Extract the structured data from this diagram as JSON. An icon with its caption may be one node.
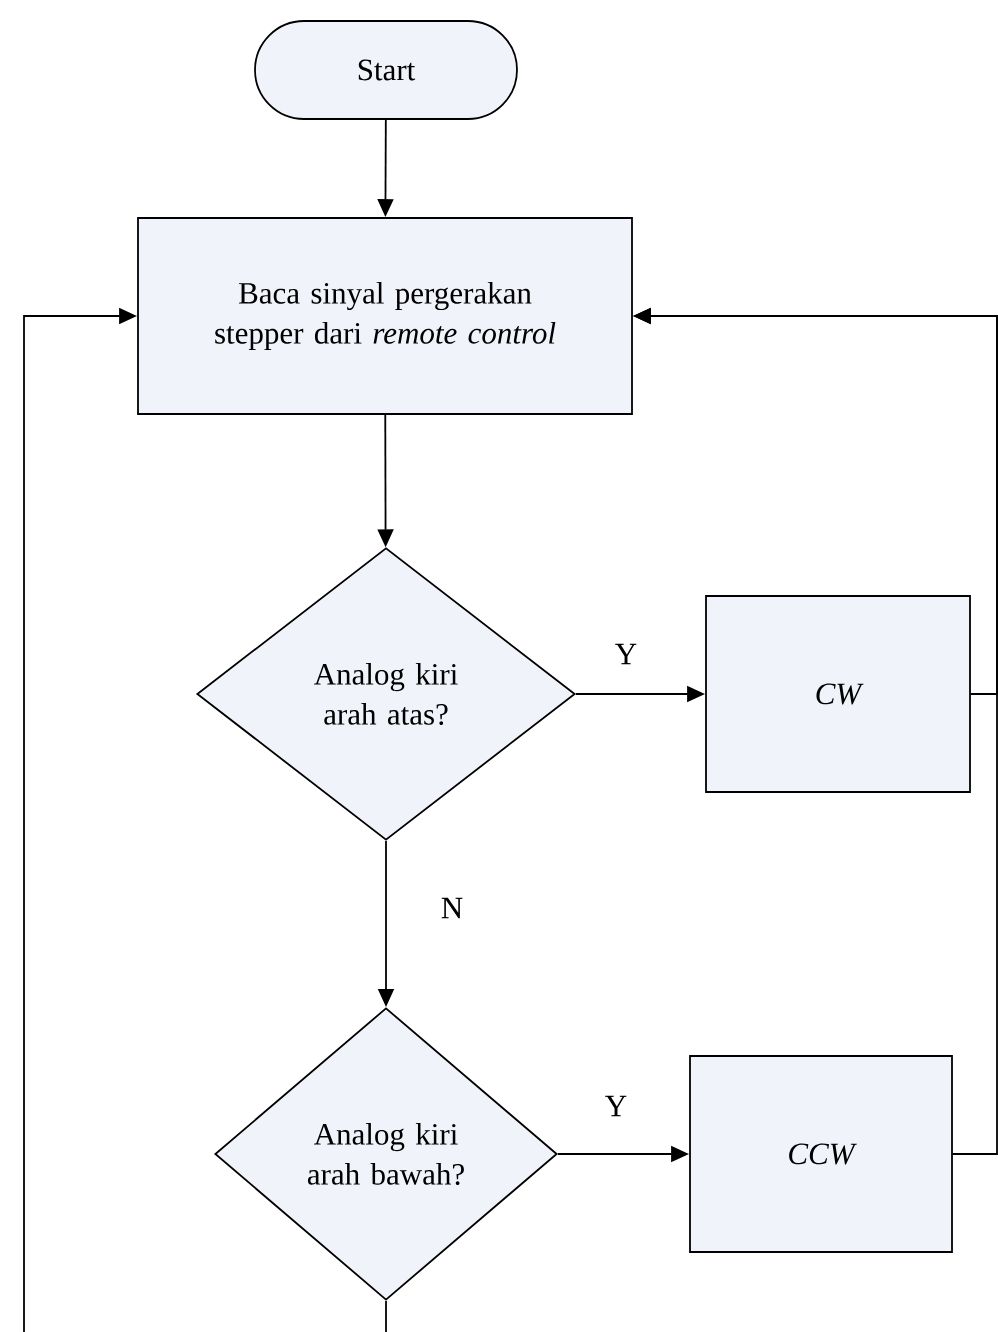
{
  "diagram": {
    "nodes": [
      {
        "text": [
          "Start"
        ]
      },
      {
        "text": [
          "Baca sinyal pergerakan stepper dari *remote control*"
        ]
      },
      {
        "text": [
          "Analog kiri arah atas?"
        ]
      },
      {
        "text": [
          "CW"
        ]
      },
      {
        "text": [
          "Analog kiri arah bawah?"
        ]
      },
      {
        "text": [
          "CCW"
        ]
      }
    ],
    "edges": [
      {
        "from": 0,
        "to": 1,
        "arrow": "to"
      },
      {
        "from": 1,
        "to": 2,
        "arrow": "to"
      },
      {
        "from": 2,
        "to": 3,
        "arrow": "to",
        "label": "Y"
      },
      {
        "from": 2,
        "to": 4,
        "arrow": "to",
        "label": "N"
      },
      {
        "from": 4,
        "to": 5,
        "arrow": "to",
        "label": "Y"
      },
      {
        "from": 3,
        "to": 1,
        "arrow": "to"
      },
      {
        "from": 5,
        "to": 1,
        "arrow": "to"
      },
      {
        "from": 4,
        "to": null,
        "arrow": "none"
      },
      {
        "from": null,
        "to": 1,
        "arrow": "to"
      }
    ]
  }
}
